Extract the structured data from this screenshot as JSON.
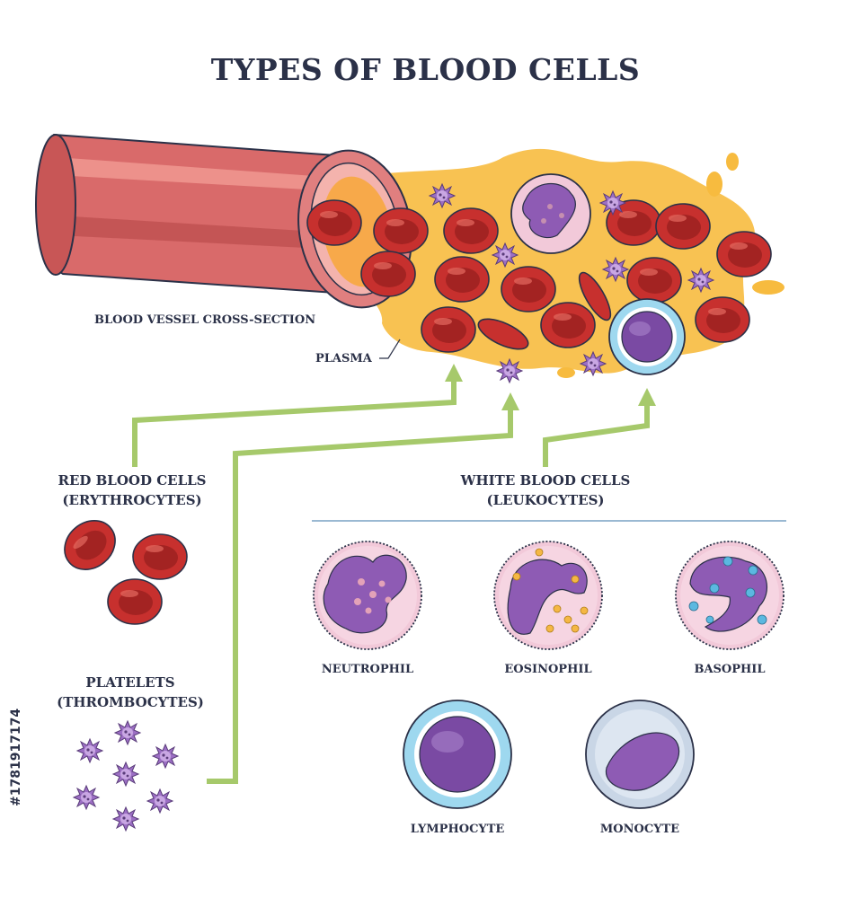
{
  "title": "TYPES OF BLOOD CELLS",
  "labels": {
    "vessel": "BLOOD VESSEL CROSS-SECTION",
    "plasma": "PLASMA"
  },
  "groups": {
    "red": {
      "line1": "RED BLOOD CELLS",
      "line2": "(ERYTHROCYTES)"
    },
    "white": {
      "line1": "WHITE BLOOD CELLS",
      "line2": "(LEUKOCYTES)"
    },
    "platelets": {
      "line1": "PLATELETS",
      "line2": "(THROMBOCYTES)"
    }
  },
  "leukocytes": [
    "NEUTROPHIL",
    "EOSINOPHIL",
    "BASOPHIL",
    "LYMPHOCYTE",
    "MONOCYTE"
  ],
  "image_id": "#1781917174",
  "colors": {
    "title": "#2b3148",
    "rbc": "#c7302e",
    "rbc_dark": "#8f1d1c",
    "plasma": "#f7bb3f",
    "arrow": "#a6c96b",
    "platelet": "#9c6fc4",
    "vessel": "#d96a6a"
  }
}
